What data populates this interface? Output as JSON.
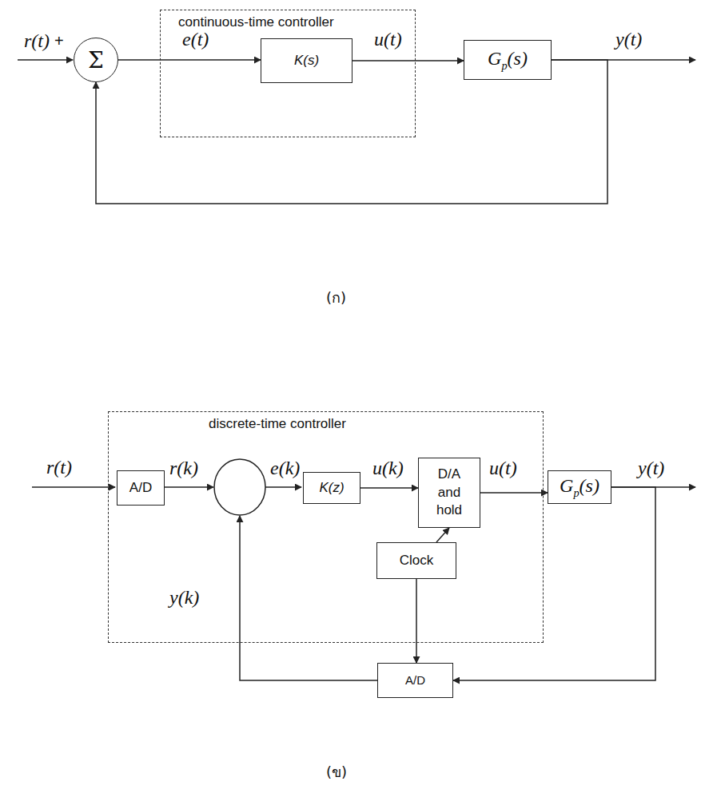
{
  "diagram": {
    "nodes": [
      {
        "text": [
          "Σ"
        ]
      },
      {
        "text": [
          "continuous-time controller"
        ]
      },
      {
        "text": [
          "K(s)"
        ],
        "in": 1
      },
      {
        "text": [
          "Gp(s)"
        ]
      },
      {
        "text": [
          "discrete-time controller"
        ]
      },
      {
        "text": [
          "A/D"
        ],
        "in": 4
      },
      {
        "text": [
          "K(z)"
        ],
        "in": 4
      },
      {
        "text": [
          "D/A and hold"
        ],
        "in": 4
      },
      {
        "text": [
          "Clock"
        ],
        "in": 4
      },
      {
        "text": [
          "Gp(s)"
        ]
      },
      {
        "text": [
          "A/D"
        ]
      }
    ],
    "edges": [
      {
        "from": 0,
        "to": 2,
        "arrow": "to",
        "label": "e(t)"
      },
      {
        "from": 2,
        "to": 3,
        "arrow": "to",
        "label": "u(t)"
      },
      {
        "from": 3,
        "to": 0,
        "arrow": "to"
      },
      {
        "from": 6,
        "to": 7,
        "arrow": "to",
        "label": "u(k)"
      },
      {
        "from": 7,
        "to": 9,
        "arrow": "to",
        "label": "u(t)"
      },
      {
        "from": 8,
        "to": 7,
        "arrow": "to"
      },
      {
        "from": 8,
        "to": 10,
        "arrow": "to"
      },
      {
        "from": 9,
        "to": 10,
        "arrow": "to"
      }
    ],
    "labels": [
      "r(t)",
      "+",
      "y(t)",
      "(ก)",
      "r(t)",
      "r(k)",
      "e(k)",
      "y(t)",
      "y(k)",
      "(ข)"
    ]
  }
}
